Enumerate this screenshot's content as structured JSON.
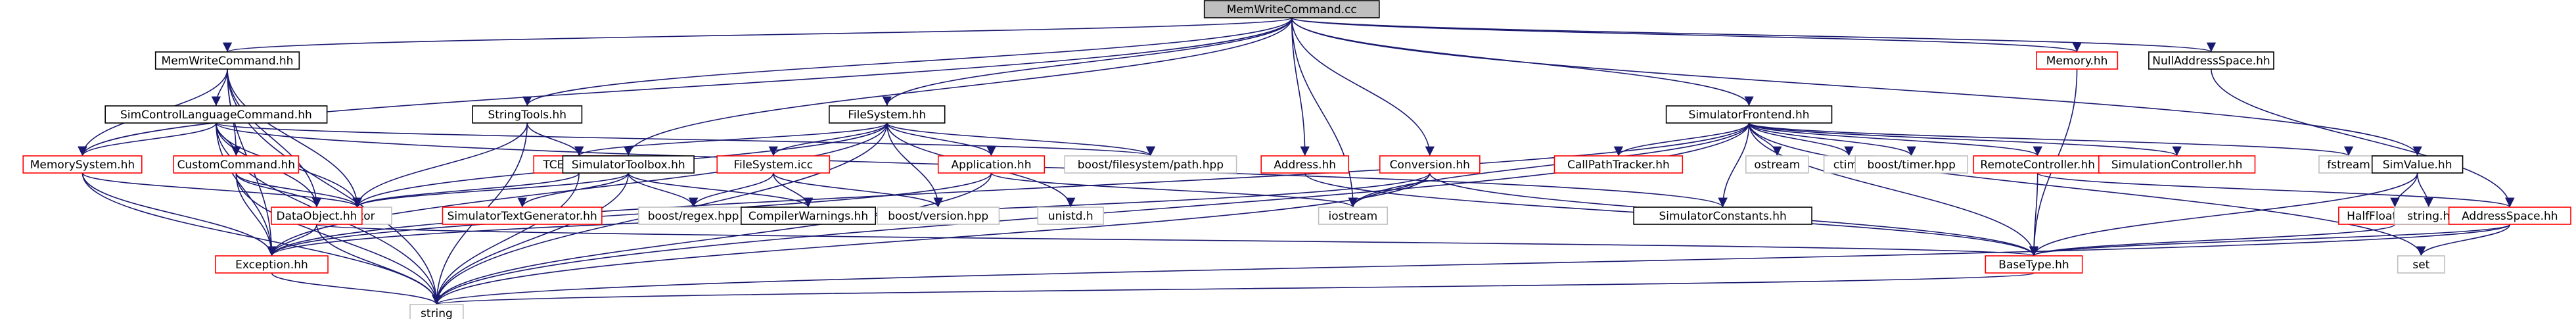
{
  "title": "MemWriteCommand.cc",
  "colors": {
    "edge": "#191970",
    "root_fill": "#bfbfbf",
    "documented_border": "#000000",
    "undocumented_border": "#ff0000",
    "system_border": "#bfbfbf",
    "text": "#000000"
  },
  "nodes": [
    {
      "id": "root",
      "label": "MemWriteCommand.cc",
      "kind": "root"
    },
    {
      "id": "memwriteh",
      "label": "MemWriteCommand.hh",
      "kind": "documented"
    },
    {
      "id": "stringtools",
      "label": "StringTools.hh",
      "kind": "documented"
    },
    {
      "id": "filesystemh",
      "label": "FileSystem.hh",
      "kind": "documented"
    },
    {
      "id": "simfrontend",
      "label": "SimulatorFrontend.hh",
      "kind": "documented"
    },
    {
      "id": "nulladdr",
      "label": "NullAddressSpace.hh",
      "kind": "documented"
    },
    {
      "id": "memoryh",
      "label": "Memory.hh",
      "kind": "undocumented"
    },
    {
      "id": "simcontrol",
      "label": "SimControlLanguageCommand.hh",
      "kind": "documented"
    },
    {
      "id": "memsys",
      "label": "MemorySystem.hh",
      "kind": "undocumented"
    },
    {
      "id": "customcmd",
      "label": "CustomCommand.hh",
      "kind": "undocumented"
    },
    {
      "id": "tcestring",
      "label": "TCEString.hh",
      "kind": "undocumented"
    },
    {
      "id": "simtoolbox",
      "label": "SimulatorToolbox.hh",
      "kind": "documented"
    },
    {
      "id": "fsicc",
      "label": "FileSystem.icc",
      "kind": "undocumented"
    },
    {
      "id": "application",
      "label": "Application.hh",
      "kind": "undocumented"
    },
    {
      "id": "boostpath",
      "label": "boost/filesystem/path.hpp",
      "kind": "system"
    },
    {
      "id": "addressh",
      "label": "Address.hh",
      "kind": "undocumented"
    },
    {
      "id": "conversion",
      "label": "Conversion.hh",
      "kind": "undocumented"
    },
    {
      "id": "callpath",
      "label": "CallPathTracker.hh",
      "kind": "undocumented"
    },
    {
      "id": "ostream",
      "label": "ostream",
      "kind": "system"
    },
    {
      "id": "ctime",
      "label": "ctime",
      "kind": "system"
    },
    {
      "id": "boosttimer",
      "label": "boost/timer.hpp",
      "kind": "system"
    },
    {
      "id": "remotectl",
      "label": "RemoteController.hh",
      "kind": "undocumented"
    },
    {
      "id": "simctl",
      "label": "SimulationController.hh",
      "kind": "undocumented"
    },
    {
      "id": "fstream",
      "label": "fstream",
      "kind": "system"
    },
    {
      "id": "simvalue",
      "label": "SimValue.hh",
      "kind": "documented"
    },
    {
      "id": "vector",
      "label": "vector",
      "kind": "system"
    },
    {
      "id": "dataobject",
      "label": "DataObject.hh",
      "kind": "undocumented"
    },
    {
      "id": "simtextgen",
      "label": "SimulatorTextGenerator.hh",
      "kind": "undocumented"
    },
    {
      "id": "boostregex",
      "label": "boost/regex.hpp",
      "kind": "system"
    },
    {
      "id": "compwarn",
      "label": "CompilerWarnings.hh",
      "kind": "documented"
    },
    {
      "id": "boostversion",
      "label": "boost/version.hpp",
      "kind": "system"
    },
    {
      "id": "unistd",
      "label": "unistd.h",
      "kind": "system"
    },
    {
      "id": "iostream",
      "label": "iostream",
      "kind": "system"
    },
    {
      "id": "simconst",
      "label": "SimulatorConstants.hh",
      "kind": "documented"
    },
    {
      "id": "halffloat",
      "label": "HalfFloatWord.hh",
      "kind": "undocumented"
    },
    {
      "id": "stringh",
      "label": "string.h",
      "kind": "system"
    },
    {
      "id": "addrspace",
      "label": "AddressSpace.hh",
      "kind": "undocumented"
    },
    {
      "id": "exception",
      "label": "Exception.hh",
      "kind": "undocumented"
    },
    {
      "id": "basetype",
      "label": "BaseType.hh",
      "kind": "undocumented"
    },
    {
      "id": "set",
      "label": "set",
      "kind": "system"
    },
    {
      "id": "string",
      "label": "string",
      "kind": "system"
    }
  ],
  "edges": [
    [
      "root",
      "memwriteh"
    ],
    [
      "root",
      "stringtools"
    ],
    [
      "root",
      "filesystemh"
    ],
    [
      "root",
      "simfrontend"
    ],
    [
      "root",
      "nulladdr"
    ],
    [
      "root",
      "memoryh"
    ],
    [
      "root",
      "memsys"
    ],
    [
      "root",
      "simtoolbox"
    ],
    [
      "root",
      "addressh"
    ],
    [
      "root",
      "conversion"
    ],
    [
      "root",
      "iostream"
    ],
    [
      "root",
      "simvalue"
    ],
    [
      "memwriteh",
      "simcontrol"
    ],
    [
      "memwriteh",
      "memsys"
    ],
    [
      "memwriteh",
      "customcmd"
    ],
    [
      "memwriteh",
      "vector"
    ],
    [
      "memwriteh",
      "dataobject"
    ],
    [
      "memwriteh",
      "exception"
    ],
    [
      "memwriteh",
      "string"
    ],
    [
      "stringtools",
      "tcestring"
    ],
    [
      "stringtools",
      "vector"
    ],
    [
      "stringtools",
      "string"
    ],
    [
      "filesystemh",
      "tcestring"
    ],
    [
      "filesystemh",
      "fsicc"
    ],
    [
      "filesystemh",
      "application"
    ],
    [
      "filesystemh",
      "boostpath"
    ],
    [
      "filesystemh",
      "vector"
    ],
    [
      "filesystemh",
      "boostversion"
    ],
    [
      "filesystemh",
      "unistd"
    ],
    [
      "filesystemh",
      "exception"
    ],
    [
      "filesystemh",
      "string"
    ],
    [
      "simfrontend",
      "callpath"
    ],
    [
      "simfrontend",
      "ostream"
    ],
    [
      "simfrontend",
      "ctime"
    ],
    [
      "simfrontend",
      "boosttimer"
    ],
    [
      "simfrontend",
      "remotectl"
    ],
    [
      "simfrontend",
      "simctl"
    ],
    [
      "simfrontend",
      "fstream"
    ],
    [
      "simfrontend",
      "simconst"
    ],
    [
      "simfrontend",
      "iostream"
    ],
    [
      "simfrontend",
      "basetype"
    ],
    [
      "simfrontend",
      "set"
    ],
    [
      "simfrontend",
      "exception"
    ],
    [
      "simfrontend",
      "string"
    ],
    [
      "nulladdr",
      "addrspace"
    ],
    [
      "memoryh",
      "basetype"
    ],
    [
      "simcontrol",
      "memsys"
    ],
    [
      "simcontrol",
      "customcmd"
    ],
    [
      "simcontrol",
      "dataobject"
    ],
    [
      "simcontrol",
      "vector"
    ],
    [
      "simcontrol",
      "simconst"
    ],
    [
      "simcontrol",
      "boostpath"
    ],
    [
      "simcontrol",
      "exception"
    ],
    [
      "simcontrol",
      "string"
    ],
    [
      "memsys",
      "vector"
    ],
    [
      "memsys",
      "exception"
    ],
    [
      "memsys",
      "string"
    ],
    [
      "customcmd",
      "dataobject"
    ],
    [
      "customcmd",
      "vector"
    ],
    [
      "customcmd",
      "exception"
    ],
    [
      "customcmd",
      "string"
    ],
    [
      "tcestring",
      "vector"
    ],
    [
      "tcestring",
      "string"
    ],
    [
      "simtoolbox",
      "simtextgen"
    ],
    [
      "simtoolbox",
      "boostregex"
    ],
    [
      "simtoolbox",
      "compwarn"
    ],
    [
      "simtoolbox",
      "vector"
    ],
    [
      "simtoolbox",
      "string"
    ],
    [
      "fsicc",
      "boostregex"
    ],
    [
      "fsicc",
      "compwarn"
    ],
    [
      "fsicc",
      "boostversion"
    ],
    [
      "application",
      "iostream"
    ],
    [
      "application",
      "exception"
    ],
    [
      "application",
      "string"
    ],
    [
      "addressh",
      "basetype"
    ],
    [
      "conversion",
      "iostream"
    ],
    [
      "conversion",
      "exception"
    ],
    [
      "conversion",
      "basetype"
    ],
    [
      "conversion",
      "string"
    ],
    [
      "remotectl",
      "basetype"
    ],
    [
      "remotectl",
      "addrspace"
    ],
    [
      "simvalue",
      "halffloat"
    ],
    [
      "simvalue",
      "stringh"
    ],
    [
      "simvalue",
      "basetype"
    ],
    [
      "halffloat",
      "basetype"
    ],
    [
      "addrspace",
      "basetype"
    ],
    [
      "addrspace",
      "set"
    ],
    [
      "addrspace",
      "string"
    ],
    [
      "dataobject",
      "exception"
    ],
    [
      "dataobject",
      "basetype"
    ],
    [
      "dataobject",
      "string"
    ],
    [
      "exception",
      "string"
    ],
    [
      "basetype",
      "string"
    ]
  ]
}
